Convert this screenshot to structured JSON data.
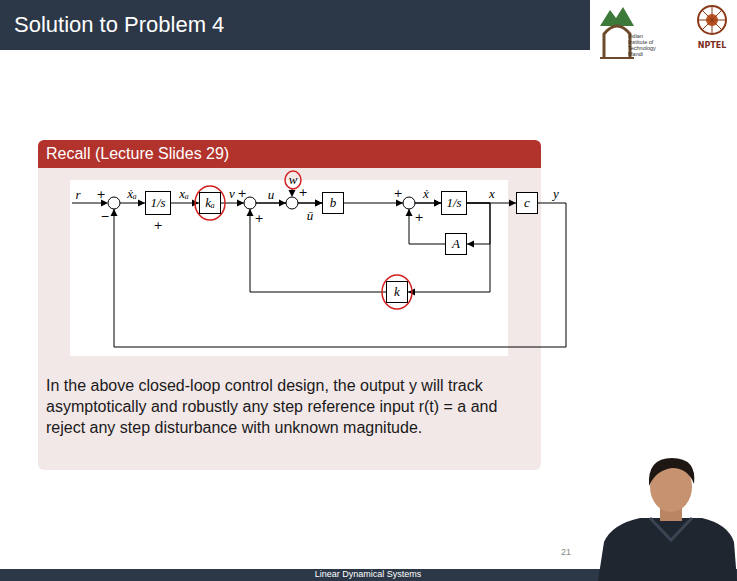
{
  "diagram": {
    "title": "Solution to Problem 4",
    "nodes": [
      {
        "text": [
          "Recall (Lecture Slides 29)",
          "In the above closed-loop control design, the output y will track asymptotically and robustly any step reference input r(t) = a and reject any step disturbance with unknown magnitude."
        ]
      },
      {
        "text": [
          "1/s"
        ],
        "in": 0
      },
      {
        "text": [
          "kₐ"
        ],
        "in": 0
      },
      {
        "text": [
          "b"
        ],
        "in": 0
      },
      {
        "text": [
          "1/s"
        ],
        "in": 0
      },
      {
        "text": [
          "c"
        ],
        "in": 0
      },
      {
        "text": [
          "A"
        ],
        "in": 0
      },
      {
        "text": [
          "k"
        ],
        "in": 0
      }
    ],
    "edges": [
      {
        "from": 1,
        "to": 2,
        "arrow": "to"
      },
      {
        "from": 2,
        "to": 3,
        "arrow": "to"
      },
      {
        "from": 3,
        "to": 4,
        "arrow": "to"
      },
      {
        "from": 4,
        "to": 5,
        "arrow": "to"
      },
      {
        "from": 4,
        "to": 6,
        "arrow": "to"
      },
      {
        "from": 4,
        "to": 7,
        "arrow": "to"
      },
      {
        "from": 6,
        "to": 4,
        "arrow": "to"
      },
      {
        "from": 7,
        "to": 3,
        "arrow": "to"
      },
      {
        "from": 5,
        "to": 1,
        "arrow": "to"
      }
    ],
    "labels": [
      "Indian Institute of Technology Mandi",
      "NPTEL",
      "r",
      "+",
      "−",
      "ẋₐ",
      "+",
      "xₐ",
      "v",
      "+",
      "+",
      "u",
      "w",
      "+",
      "ū",
      "+",
      "+",
      "ẋ",
      "x",
      "y",
      "21",
      "Linear Dynamical Systems"
    ]
  }
}
